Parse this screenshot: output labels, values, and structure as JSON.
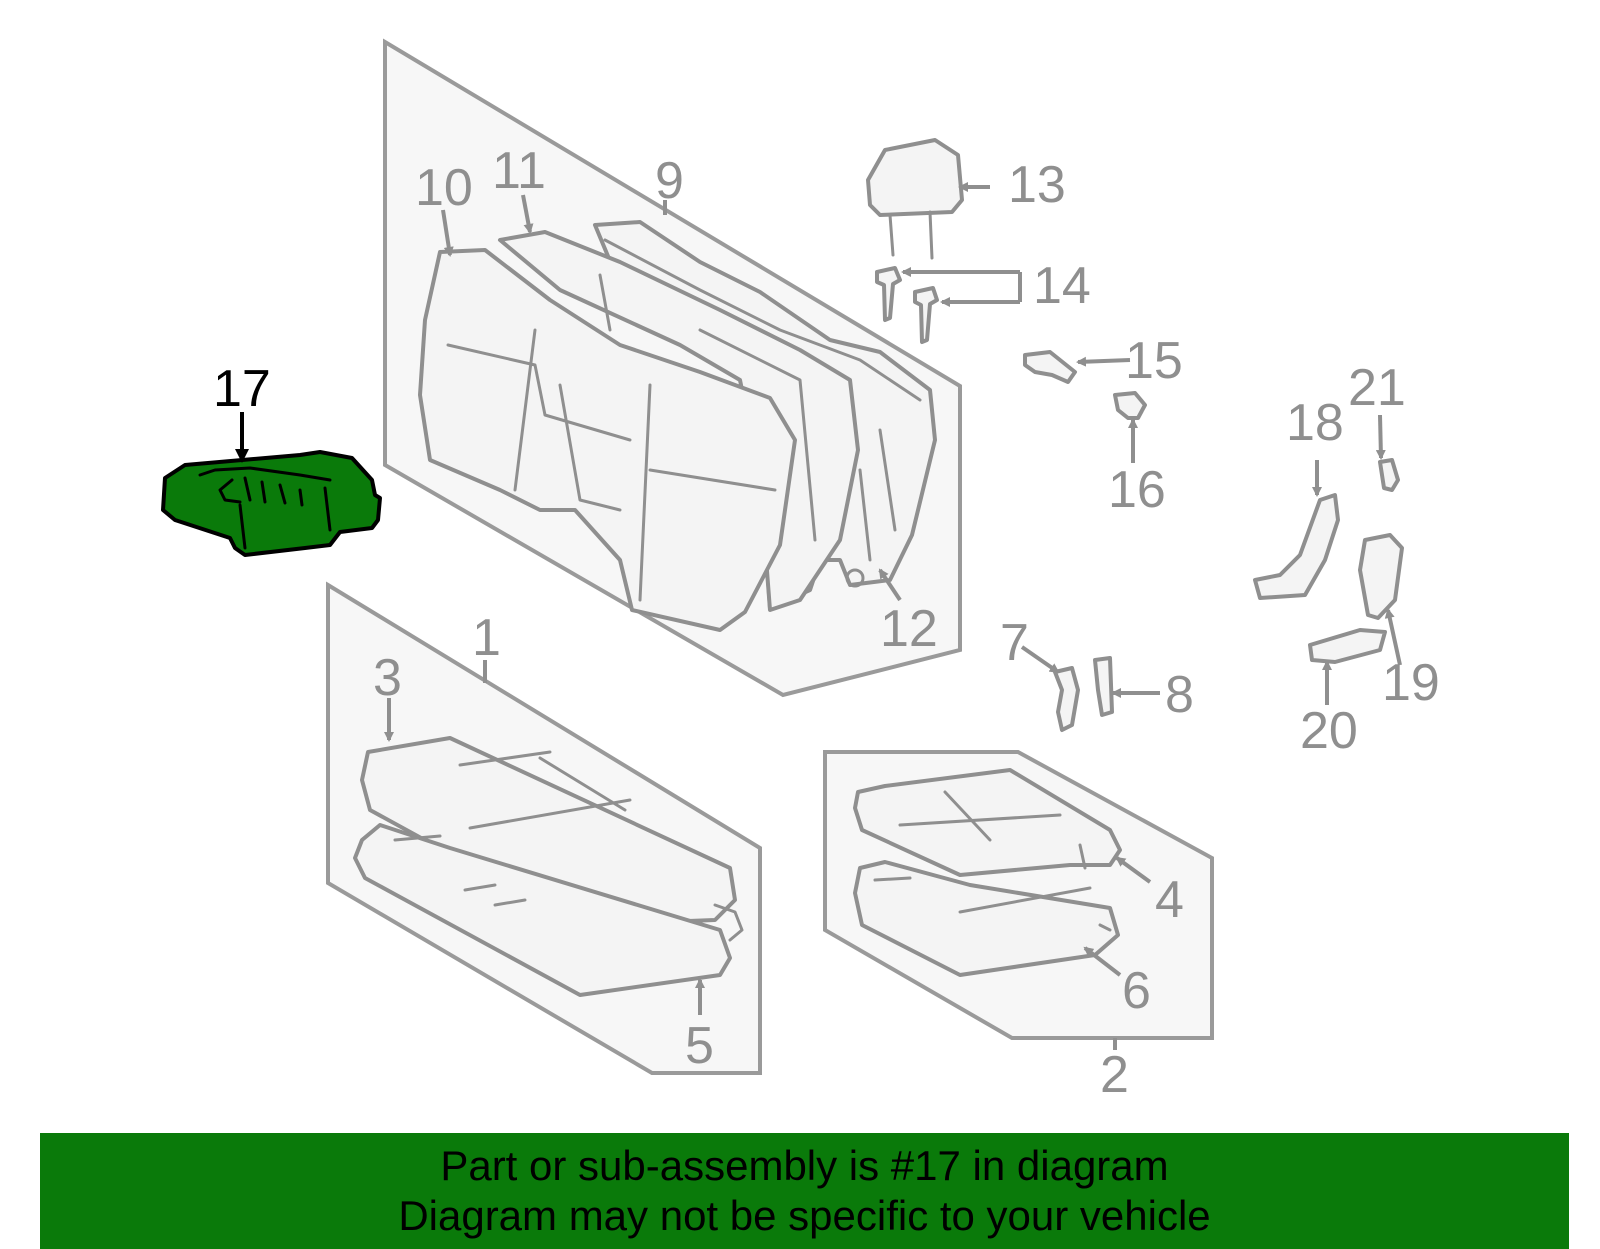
{
  "callouts": {
    "c1": "1",
    "c2": "2",
    "c3": "3",
    "c4": "4",
    "c5": "5",
    "c6": "6",
    "c7": "7",
    "c8": "8",
    "c9": "9",
    "c10": "10",
    "c11": "11",
    "c12": "12",
    "c13": "13",
    "c14": "14",
    "c15": "15",
    "c16": "16",
    "c17": "17",
    "c18": "18",
    "c19": "19",
    "c20": "20",
    "c21": "21"
  },
  "highlight": {
    "part": "17",
    "color": "#0a7a0a"
  },
  "banner": {
    "line1": "Part or sub-assembly is #17 in diagram",
    "line2": "Diagram may not be specific to your vehicle"
  }
}
